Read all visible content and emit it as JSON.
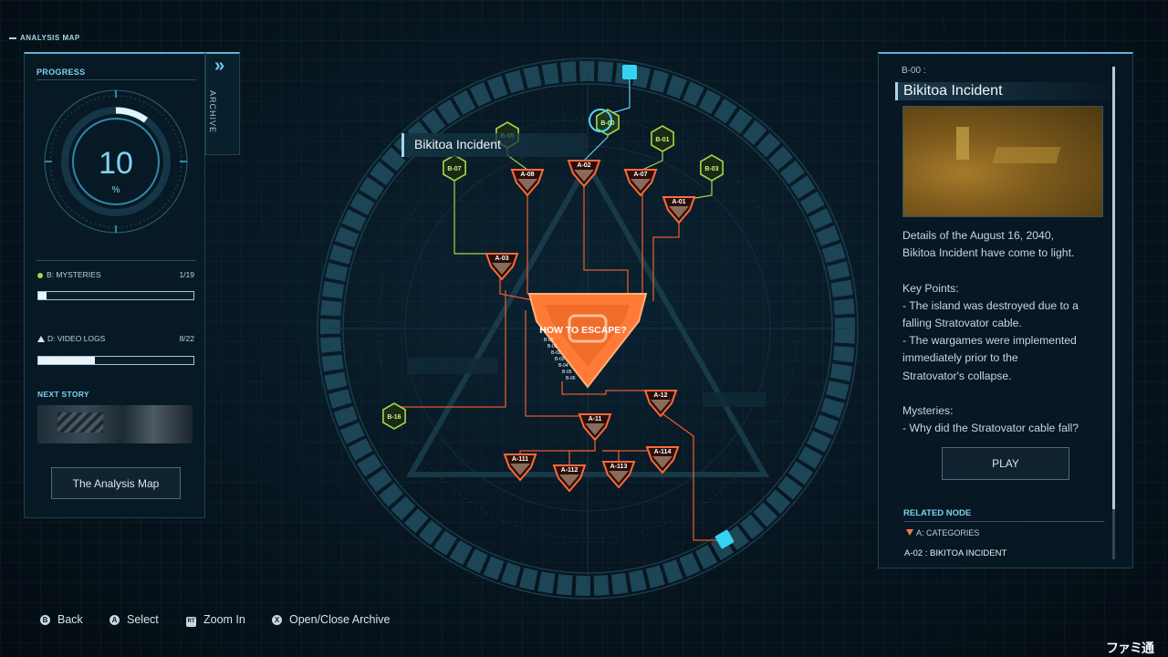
{
  "header": {
    "title": "ANALYSIS MAP"
  },
  "left_panel": {
    "progress_title": "PROGRESS",
    "progress_value": "10",
    "progress_unit": "%",
    "progress_fraction": 0.1,
    "archive_label": "ARCHIVE",
    "archive_chevron": "»",
    "mysteries": {
      "label": "B: MYSTERIES",
      "count": "1/19",
      "fraction": 0.053,
      "color": "#a6d64b"
    },
    "video_logs": {
      "label": "D: VIDEO LOGS",
      "count": "8/22",
      "fraction": 0.364
    },
    "next_story_title": "NEXT STORY",
    "next_story_button": "The Analysis Map"
  },
  "map": {
    "selected_title": "Bikitoa Incident",
    "center_label": "HOW TO ESCAPE?",
    "center_sub": [
      "B-00",
      "B-01",
      "B-02",
      "B-03",
      "B-04",
      "B-05",
      "B-06"
    ],
    "nodes": {
      "b05": "B-05",
      "b00": "B-00",
      "b01": "B-01",
      "b07": "B-07",
      "b03": "B-03",
      "b16": "B-16",
      "a08": "A-08",
      "a02": "A-02",
      "a07": "A-07",
      "a01": "A-01",
      "a03": "A-03",
      "a12": "A-12",
      "a11": "A-11",
      "a111": "A-111",
      "a112": "A-112",
      "a113": "A-113",
      "a114": "A-114"
    },
    "colors": {
      "mystery": "#a6d64b",
      "category": "#ff6a3a",
      "accent": "#5fd3f0"
    }
  },
  "right_panel": {
    "code": "B-00 :",
    "title": "Bikitoa Incident",
    "description": "Details of the August 16, 2040,\nBikitoa Incident have come to light.\n\nKey Points:\n- The island was destroyed due to a\nfalling Stratovator cable.\n- The wargames were implemented\nimmediately prior to the\nStratovator's collapse.\n\nMysteries:\n- Why did the Stratovator cable fall?",
    "play_button": "PLAY",
    "related_title": "RELATED NODE",
    "related_category": "A: CATEGORIES",
    "related_node": "A-02 : BIKITOA INCIDENT"
  },
  "footer": {
    "back": {
      "glyph": "B",
      "label": "Back"
    },
    "select": {
      "glyph": "A",
      "label": "Select"
    },
    "zoom": {
      "glyph": "RT",
      "label": "Zoom In"
    },
    "archive": {
      "glyph": "X",
      "label": "Open/Close Archive"
    }
  },
  "watermark": "ファミ通.com"
}
